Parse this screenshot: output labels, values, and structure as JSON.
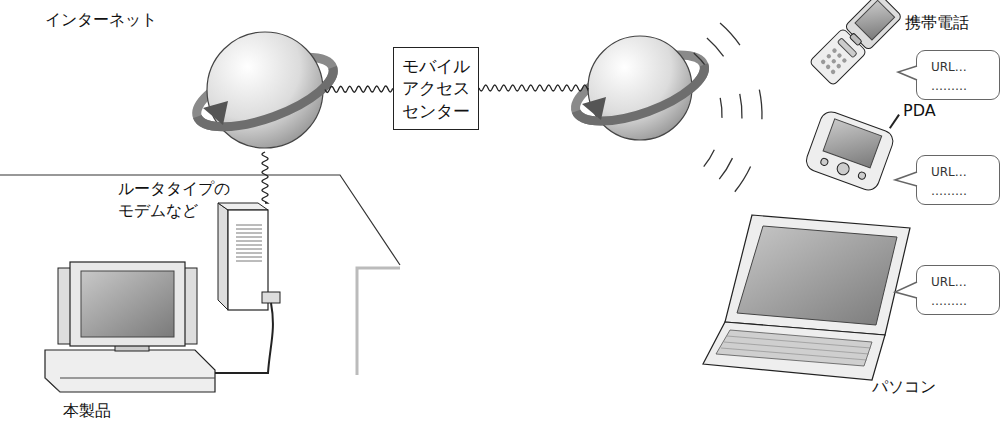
{
  "diagram": {
    "nodes": [
      {
        "text": [
          "インターネット"
        ]
      },
      {
        "text": [
          "モバイル アクセス センター"
        ]
      },
      {
        "text": [
          "URL…",
          "………"
        ]
      },
      {
        "text": [
          "URL…",
          "………"
        ]
      },
      {
        "text": [
          "URL…",
          "………"
        ]
      }
    ],
    "edges": [
      {
        "from": 0,
        "to": 1,
        "arrow": "none"
      }
    ],
    "labels": [
      "携帯電話",
      "PDA",
      "ルータタイプの モデムなど",
      "パソコン",
      "本製品"
    ]
  }
}
